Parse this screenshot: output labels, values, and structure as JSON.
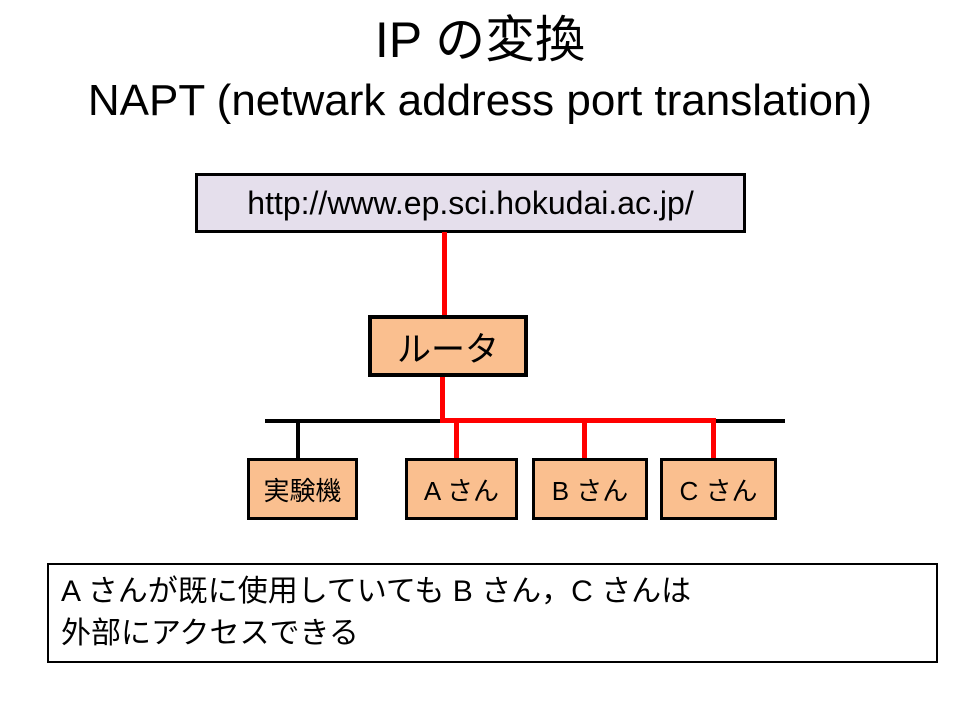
{
  "slide": {
    "title": "IP の変換",
    "subtitle": "NAPT (netwark address port translation)"
  },
  "diagram": {
    "url_box": {
      "label": "http://www.ep.sci.hokudai.ac.jp/"
    },
    "router_box": {
      "label": "ルータ"
    },
    "clients": [
      {
        "label": "実験機",
        "link_color": "black"
      },
      {
        "label": "A さん",
        "link_color": "red"
      },
      {
        "label": "B さん",
        "link_color": "red"
      },
      {
        "label": "C さん",
        "link_color": "red"
      }
    ]
  },
  "note": {
    "line1": "A さんが既に使用していても B さん，C さんは",
    "line2": "外部にアクセスできる"
  },
  "colors": {
    "box_orange": "#FABF8F",
    "box_lavender": "#E5DFEC",
    "line_red": "#FF0000",
    "line_black": "#000000",
    "background": "#FFFFFF"
  }
}
